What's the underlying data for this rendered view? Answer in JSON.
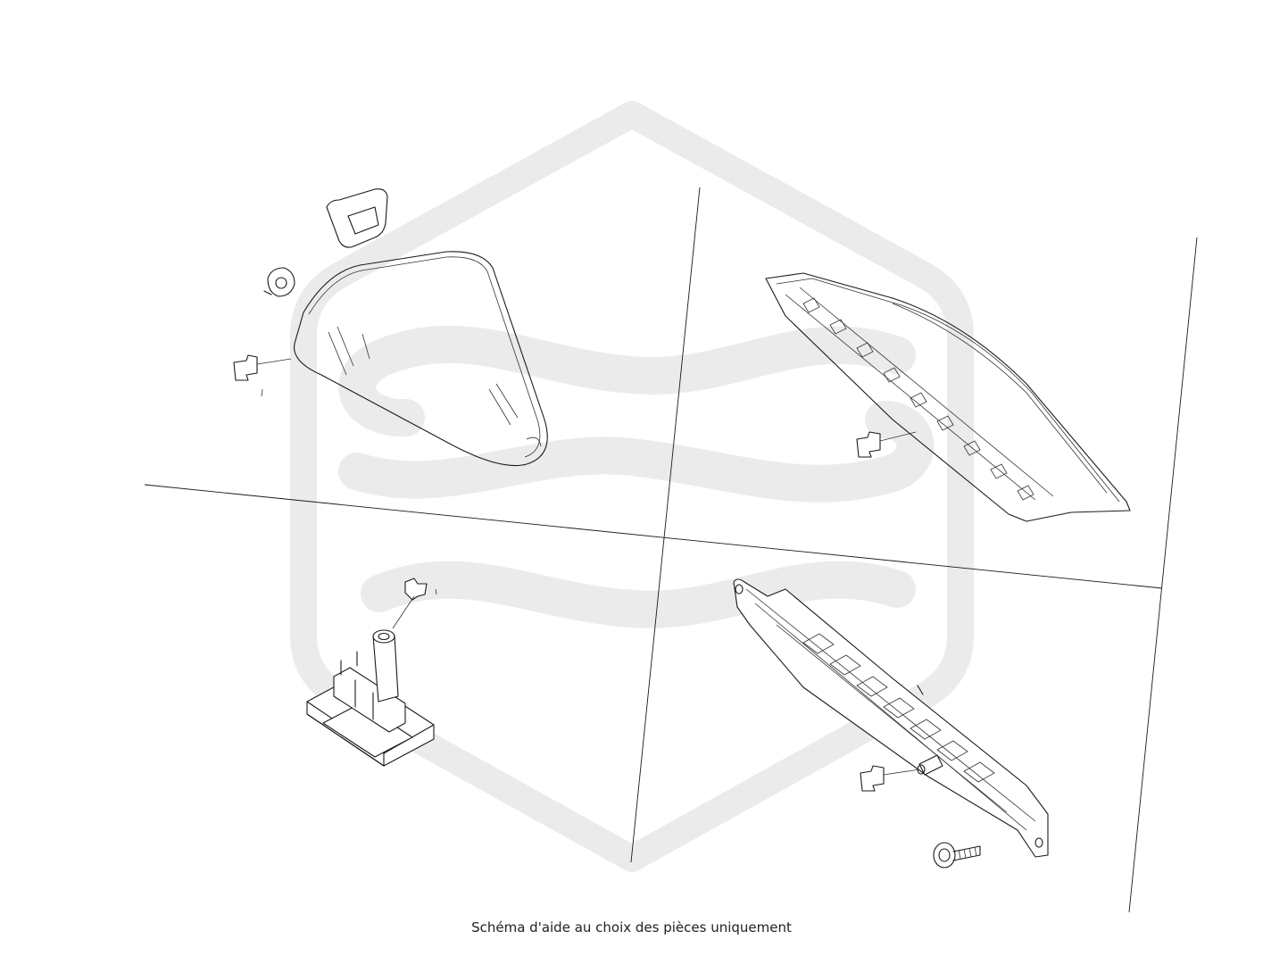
{
  "caption": "Schéma d'aide au choix des pièces uniquement",
  "colors": {
    "background": "#ffffff",
    "line": "#1a1a1a",
    "watermark": "#ebebeb"
  },
  "parts": [
    {
      "name": "third-brake-light-lens-cover"
    },
    {
      "name": "third-brake-light-housing"
    },
    {
      "name": "license-plate-light-connector"
    },
    {
      "name": "third-brake-light-led-strip"
    }
  ],
  "watermark": {
    "icon": "logo-watermark"
  }
}
